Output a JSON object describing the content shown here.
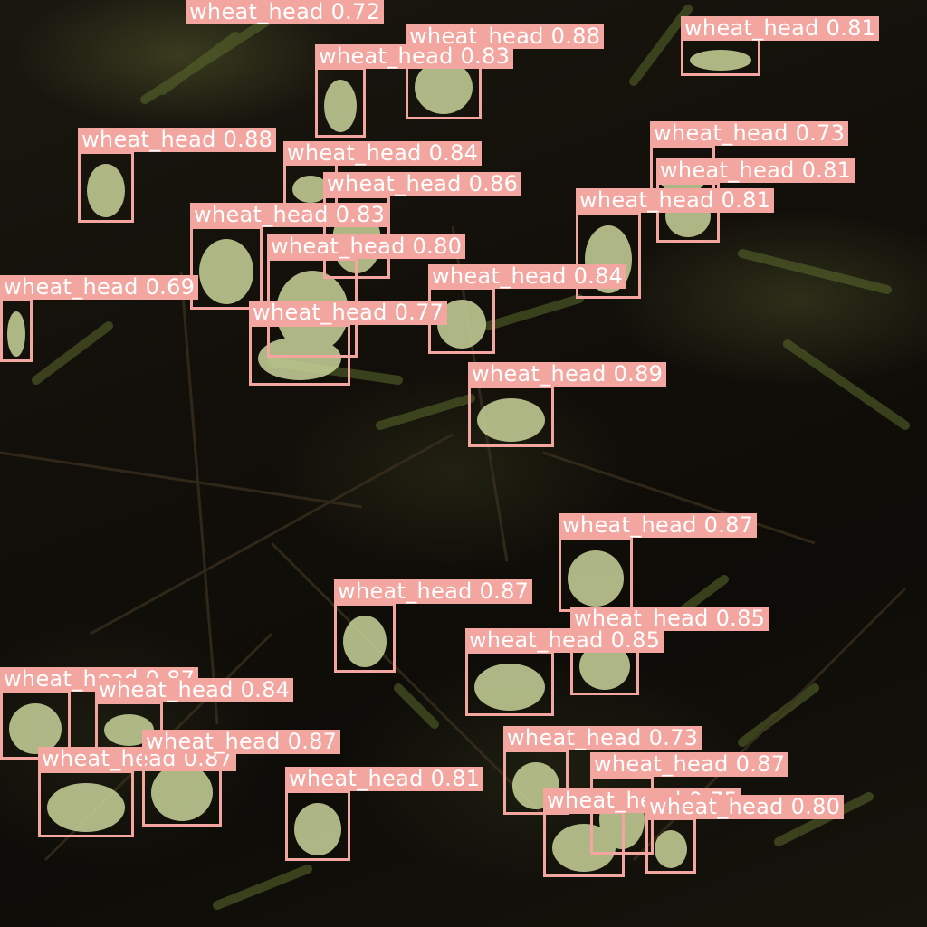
{
  "image": {
    "description_free": true,
    "box_color": "#f3a59f",
    "label_text_color": "#ffffff"
  },
  "detections": [
    {
      "label": "wheat_head 0.72"
    },
    {
      "label": "wheat_head 0.88"
    },
    {
      "label": "wheat_head 0.81"
    },
    {
      "label": "wheat_head 0.83"
    },
    {
      "label": "wheat_head 0.88"
    },
    {
      "label": "wheat_head 0.84"
    },
    {
      "label": "wheat_head 0.73"
    },
    {
      "label": "wheat_head 0.81"
    },
    {
      "label": "wheat_head 0.86"
    },
    {
      "label": "wheat_head 0.81"
    },
    {
      "label": "wheat_head 0.83"
    },
    {
      "label": "wheat_head 0.80"
    },
    {
      "label": "wheat_head 0.69"
    },
    {
      "label": "wheat_head 0.84"
    },
    {
      "label": "wheat_head 0.77"
    },
    {
      "label": "wheat_head 0.89"
    },
    {
      "label": "wheat_head 0.87"
    },
    {
      "label": "wheat_head 0.87"
    },
    {
      "label": "wheat_head 0.85"
    },
    {
      "label": "wheat_head 0.85"
    },
    {
      "label": "wheat_head 0.87"
    },
    {
      "label": "wheat_head 0.84"
    },
    {
      "label": "wheat_head 0.87"
    },
    {
      "label": "wheat_head 0.87"
    },
    {
      "label": "wheat_head 0.81"
    },
    {
      "label": "wheat_head 0.73"
    },
    {
      "label": "wheat_head 0.87"
    },
    {
      "label": "wheat_head 0.75"
    },
    {
      "label": "wheat_head 0.80"
    }
  ]
}
